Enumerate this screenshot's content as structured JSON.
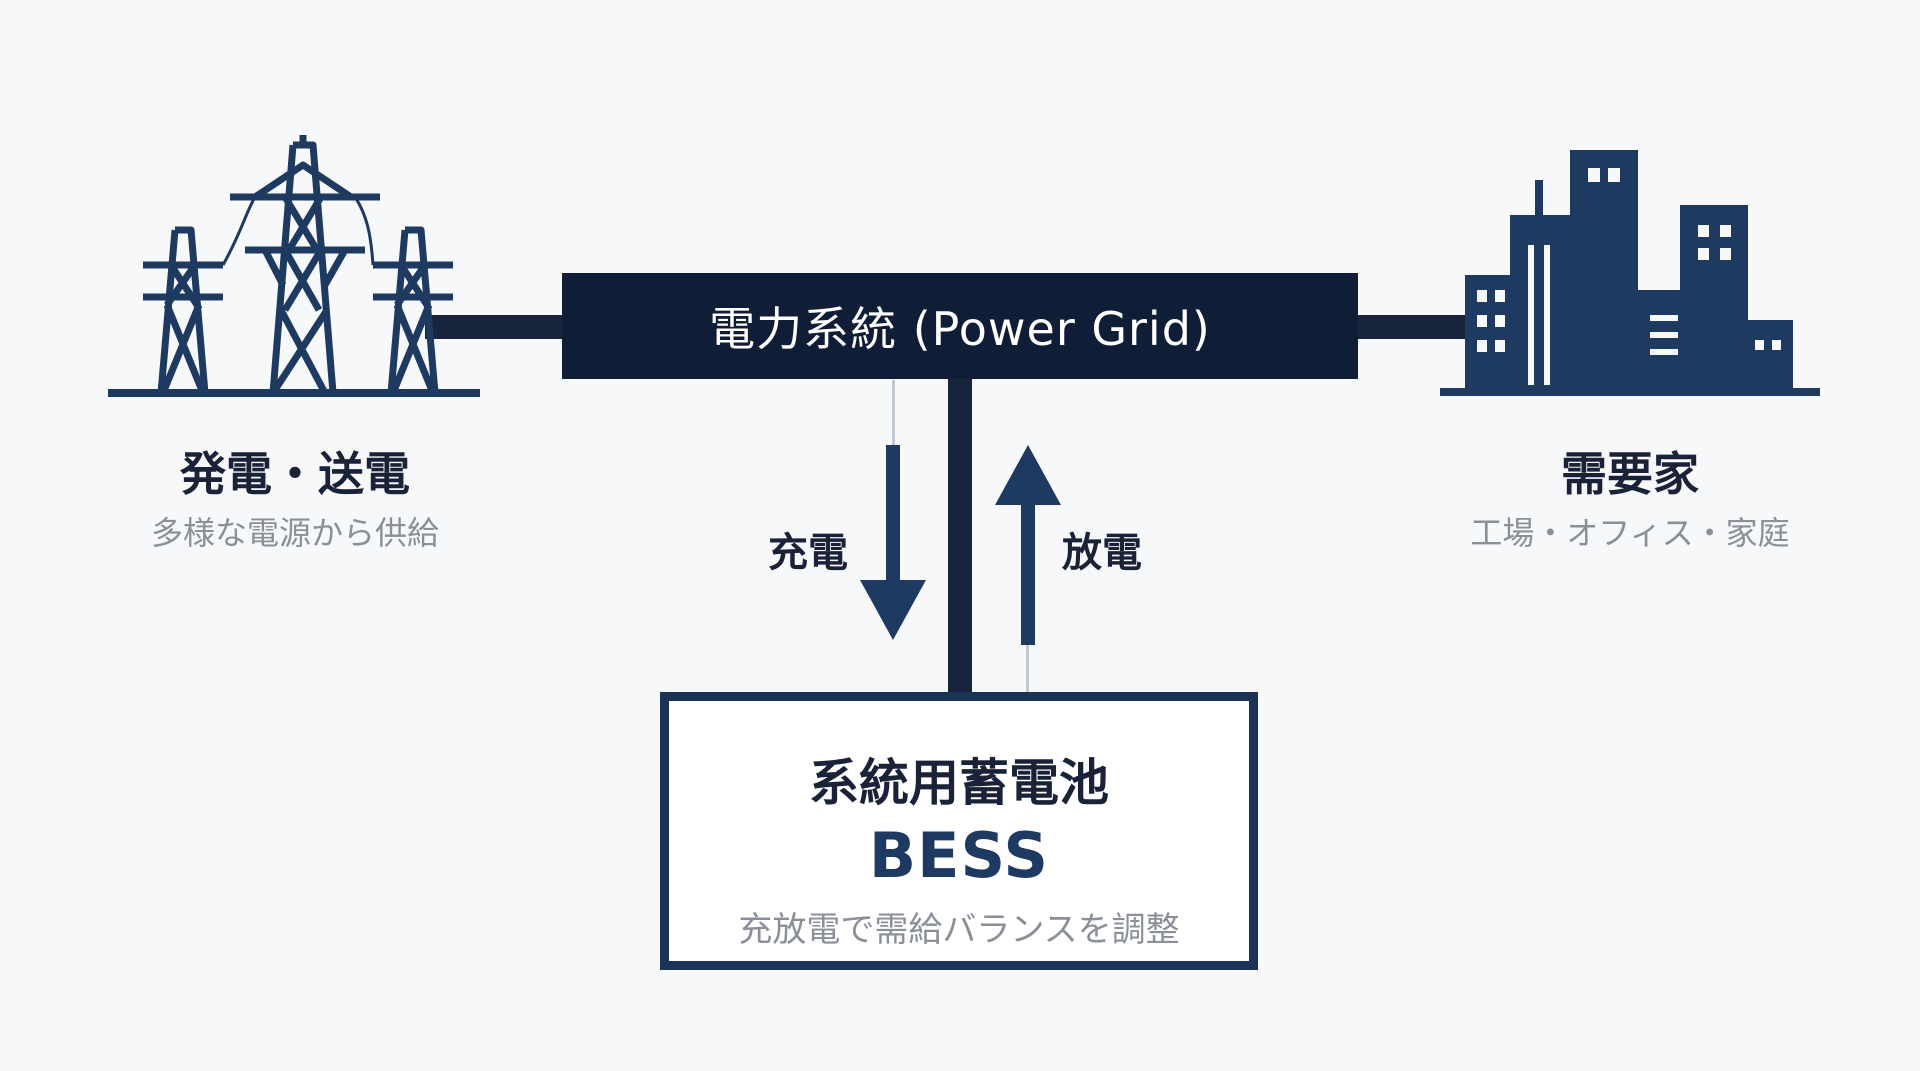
{
  "grid": {
    "label": "電力系統 (Power Grid)"
  },
  "generation": {
    "title": "発電・送電",
    "subtitle": "多様な電源から供給"
  },
  "consumers": {
    "title": "需要家",
    "subtitle": "工場・オフィス・家庭"
  },
  "charge": {
    "label": "充電"
  },
  "discharge": {
    "label": "放電"
  },
  "bess": {
    "title_jp": "系統用蓄電池",
    "title_en": "BESS",
    "description": "充放電で需給バランスを調整"
  },
  "colors": {
    "navy": "#0f1d36",
    "accent": "#1e3a63",
    "icon": "#1f3a60",
    "muted_text": "#8a8f98"
  }
}
